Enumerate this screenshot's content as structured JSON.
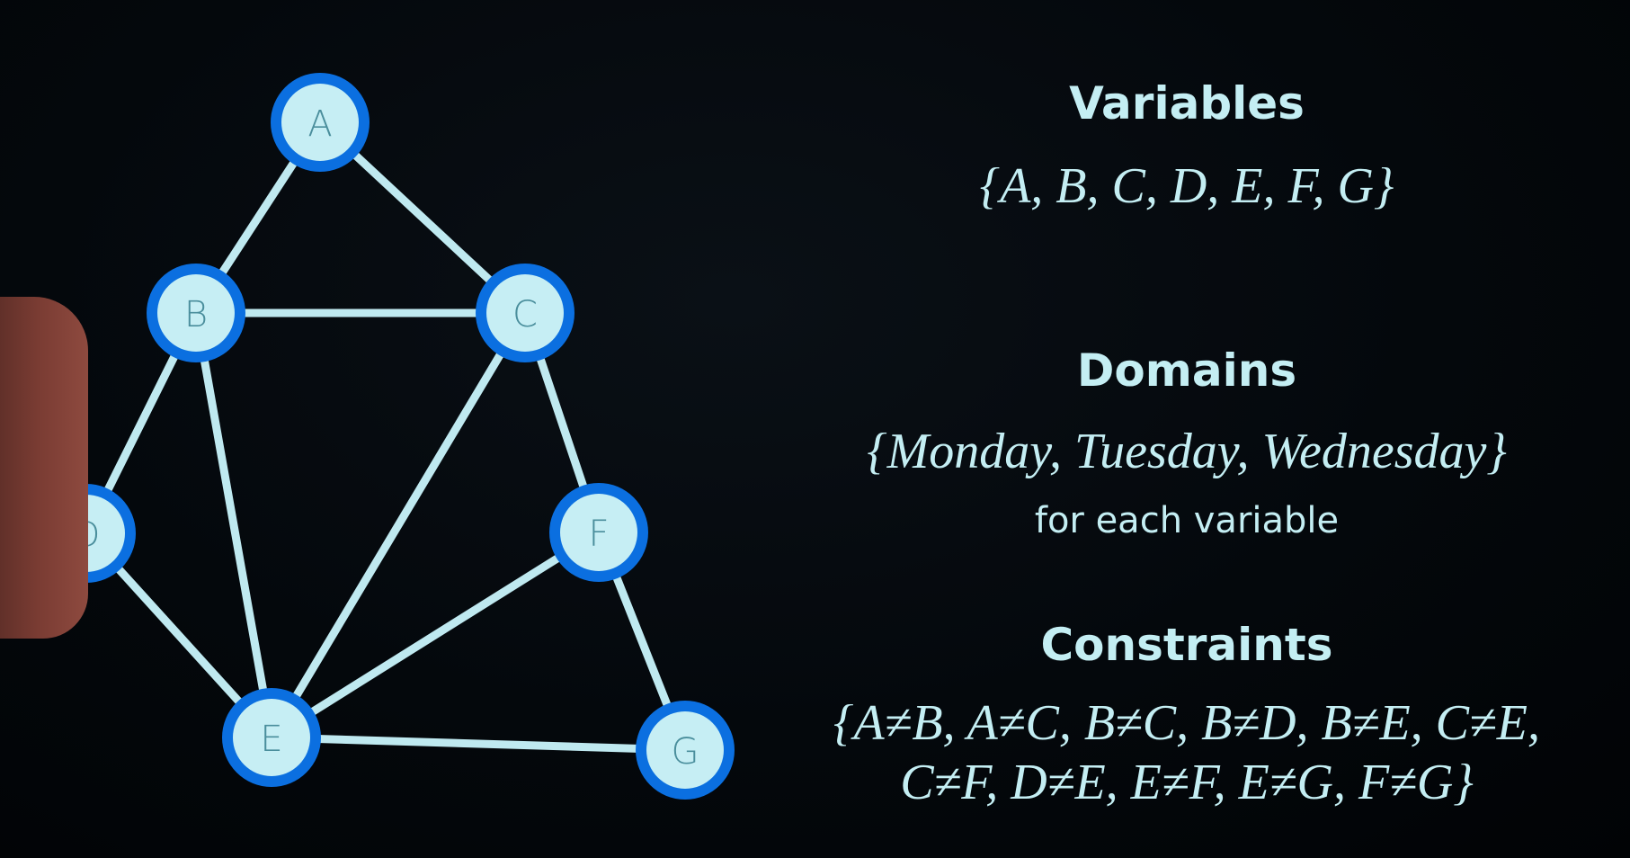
{
  "graph": {
    "nodes": [
      {
        "id": "A",
        "label": "A"
      },
      {
        "id": "B",
        "label": "B"
      },
      {
        "id": "C",
        "label": "C"
      },
      {
        "id": "D",
        "label": "D"
      },
      {
        "id": "E",
        "label": "E"
      },
      {
        "id": "F",
        "label": "F"
      },
      {
        "id": "G",
        "label": "G"
      }
    ],
    "edges": [
      [
        "A",
        "B"
      ],
      [
        "A",
        "C"
      ],
      [
        "B",
        "C"
      ],
      [
        "B",
        "D"
      ],
      [
        "B",
        "E"
      ],
      [
        "C",
        "E"
      ],
      [
        "C",
        "F"
      ],
      [
        "D",
        "E"
      ],
      [
        "E",
        "F"
      ],
      [
        "E",
        "G"
      ],
      [
        "F",
        "G"
      ]
    ],
    "colors": {
      "edge": "#bfe9f0",
      "node_ring": "#0b6fe0",
      "node_fill": "#c6eef4",
      "node_label": "#4a8e9c",
      "background": "#02070b"
    }
  },
  "variables": {
    "heading": "Variables",
    "set": "{A, B, C, D, E, F, G}"
  },
  "domains": {
    "heading": "Domains",
    "set": "{Monday, Tuesday, Wednesday}",
    "note": "for each variable"
  },
  "constraints": {
    "heading": "Constraints",
    "line1": "{A≠B, A≠C, B≠C, B≠D, B≠E, C≠E,",
    "line2": "C≠F, D≠E, E≠F, E≠G, F≠G}"
  },
  "text_color": "#c4eef3"
}
